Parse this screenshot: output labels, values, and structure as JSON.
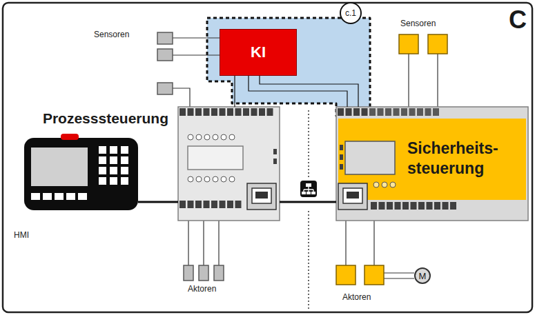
{
  "diagram": {
    "nodes": [
      {
        "text": [
          "c.1"
        ]
      },
      {
        "text": [
          "KI"
        ]
      },
      {
        "text": [
          "Prozesssteuerung"
        ]
      },
      {
        "text": [
          "Sicherheits- steuerung"
        ]
      },
      {
        "text": [
          "HMI"
        ]
      },
      {
        "text": [
          "M"
        ]
      }
    ],
    "edges": [
      {
        "from": 4,
        "to": 2,
        "arrow": "none"
      },
      {
        "from": 2,
        "to": 3,
        "arrow": "none"
      },
      {
        "from": 1,
        "to": 2,
        "arrow": "none"
      },
      {
        "from": 1,
        "to": 3,
        "arrow": "none"
      },
      {
        "from": 1,
        "to": 3,
        "arrow": "none"
      }
    ],
    "labels": [
      "C",
      "Sensoren",
      "Sensoren",
      "Aktoren",
      "Aktoren"
    ]
  }
}
